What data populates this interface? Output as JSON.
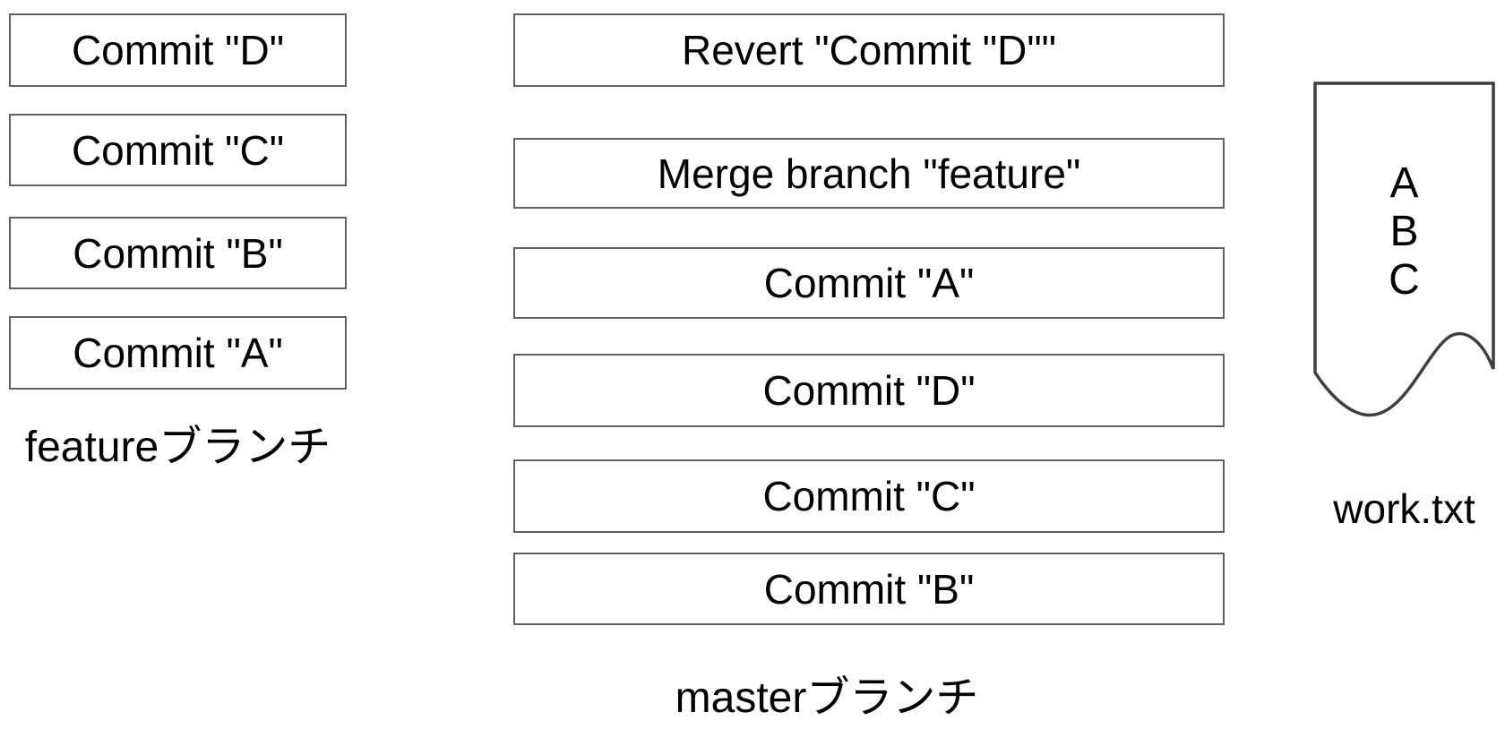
{
  "feature_branch": {
    "label": "featureブランチ",
    "commits": [
      "Commit \"D\"",
      "Commit \"C\"",
      "Commit \"B\"",
      "Commit \"A\""
    ]
  },
  "master_branch": {
    "label": "masterブランチ",
    "commits": [
      "Revert \"Commit \"D\"\"",
      "Merge branch \"feature\"",
      "Commit \"A\"",
      "Commit \"D\"",
      "Commit \"C\"",
      "Commit \"B\""
    ]
  },
  "work_file": {
    "filename": "work.txt",
    "lines": [
      "A",
      "B",
      "C"
    ]
  },
  "colors": {
    "box_border": "#616161",
    "document_border": "#3f3f3f",
    "text": "#000000",
    "background": "#ffffff"
  }
}
